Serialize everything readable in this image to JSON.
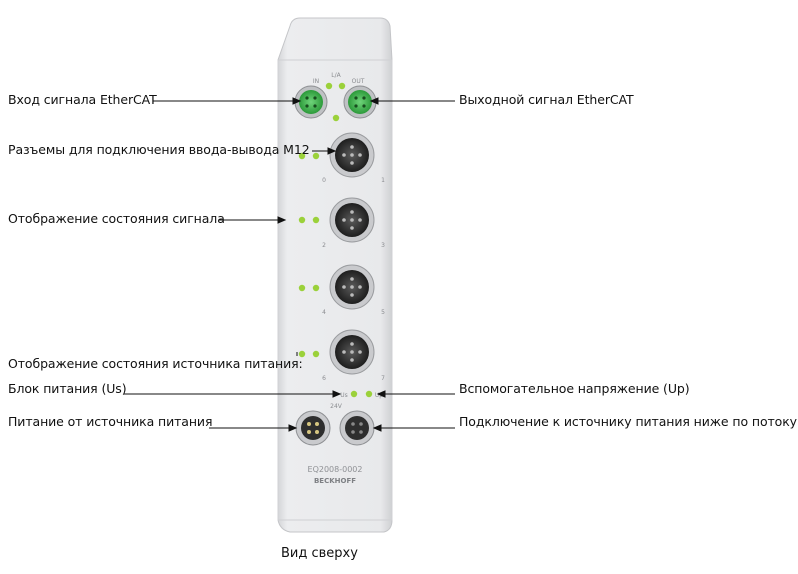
{
  "labels": {
    "ethercat_in": "Вход сигнала EtherCAT",
    "ethercat_out": "Выходной сигнал EtherCAT",
    "m12_connectors": "Разъемы для подключения ввода-вывода M12",
    "signal_status": "Отображение состояния сигнала",
    "power_status": "Отображение состояния источника питания:",
    "power_us": "Блок питания (Us)",
    "aux_voltage": "Вспомогательное напряжение (Up)",
    "power_supply_in": "Питание от источника питания",
    "power_downstream": "Подключение к источнику питания ниже по потоку"
  },
  "device": {
    "model": "EQ2008-0002",
    "brand": "BECKHOFF",
    "port_in": "IN",
    "port_out": "OUT",
    "link_label": "L/A",
    "channels": [
      "0",
      "1",
      "2",
      "3",
      "4",
      "5",
      "6",
      "7"
    ],
    "power_us_label": "Us",
    "power_up_label": "Up",
    "voltage_label": "24V"
  },
  "caption": "Вид сверху",
  "colors": {
    "housing": "#e6e7e9",
    "led": "#9bd13a",
    "ethercat_port": "#3fb34f"
  }
}
